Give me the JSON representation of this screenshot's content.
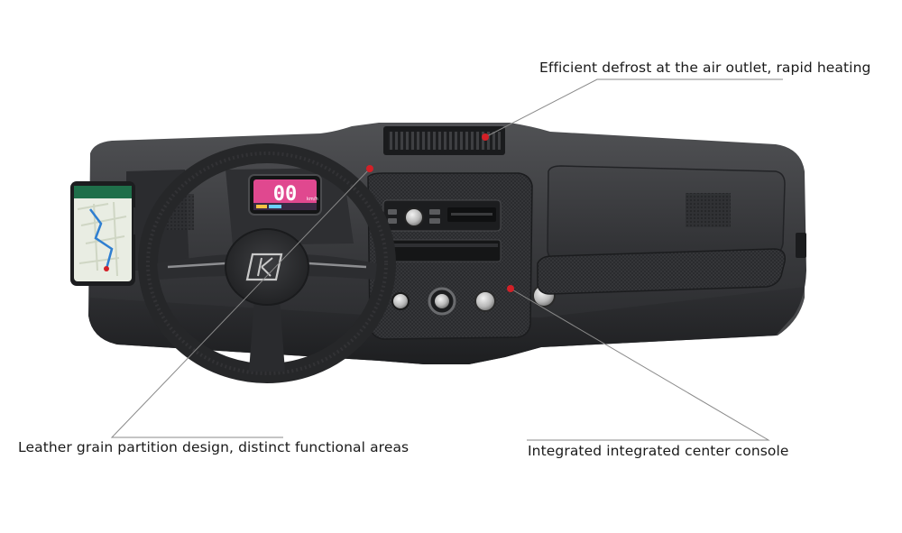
{
  "callouts": {
    "defrost": "Efficient defrost at the air outlet, rapid heating",
    "leather": "Leather grain partition design, distinct functional areas",
    "console": "Integrated integrated center console"
  },
  "cluster": {
    "speed": "00",
    "unit": "km/h"
  },
  "colors": {
    "dashboard": "#3a3b3d",
    "dashboard_dark": "#1f2022",
    "marker": "#d32027",
    "leader_line": "#8a8a8a",
    "cluster_screen": "#e0488f"
  },
  "icons": [
    "steering-wheel-logo-icon",
    "hazard-button-icon",
    "volume-knob-icon",
    "gps-map-icon"
  ]
}
